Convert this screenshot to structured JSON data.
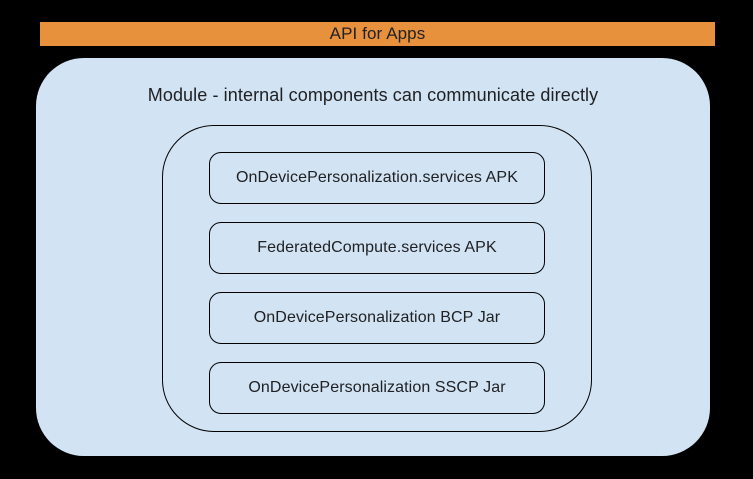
{
  "banner": {
    "label": "API for Apps"
  },
  "module": {
    "title": "Module - internal components can communicate directly",
    "components": [
      "OnDevicePersonalization.services APK",
      "FederatedCompute.services APK",
      "OnDevicePersonalization BCP Jar",
      "OnDevicePersonalization SSCP Jar"
    ]
  },
  "colors": {
    "banner-bg": "#e8913c",
    "module-bg": "#d2e3f3",
    "ink": "#202124",
    "line": "#000000",
    "canvas-bg": "#000000"
  }
}
